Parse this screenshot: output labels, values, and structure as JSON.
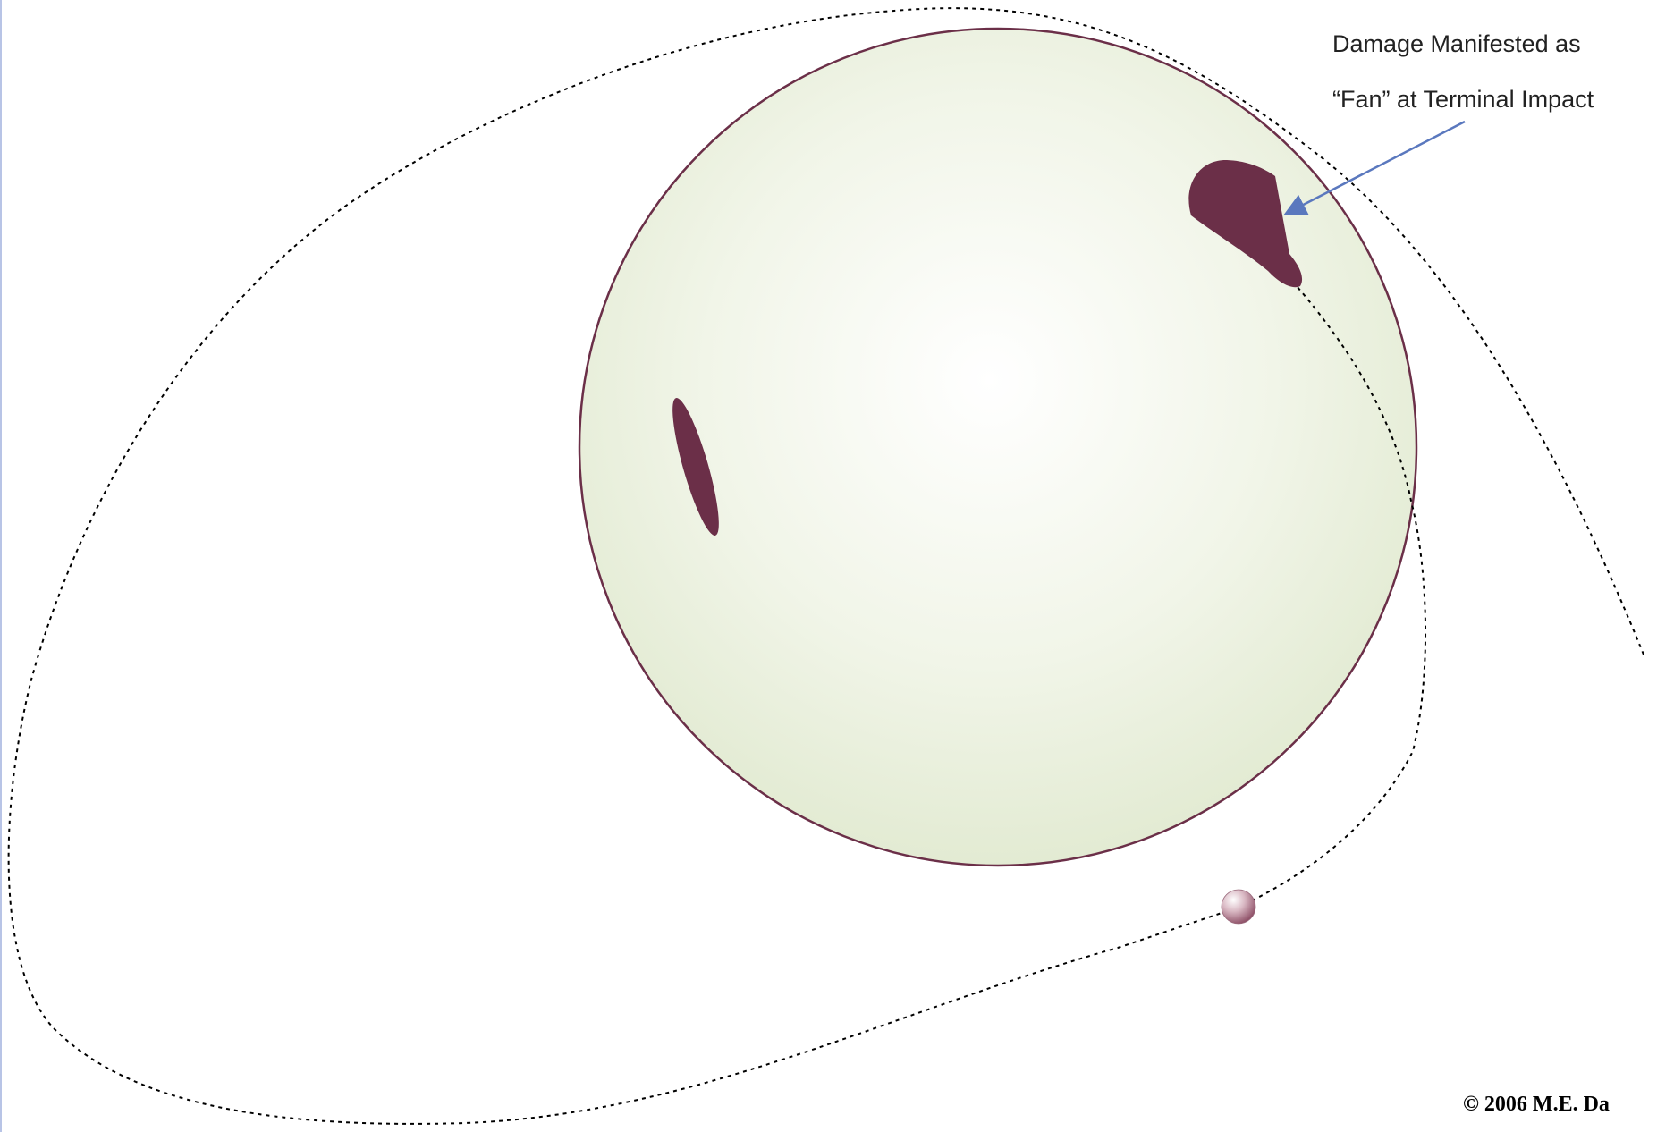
{
  "callout": {
    "line1": "Damage Manifested as",
    "line2": "“Fan” at Terminal Impact"
  },
  "copyright": "© 2006 M.E. Da",
  "colors": {
    "planet_outline": "#6b2f48",
    "planet_fill_center": "#ffffff",
    "planet_fill_edge": "#e3ebd3",
    "damage": "#6b2f48",
    "arrow": "#5a78be",
    "trajectory": "#000000",
    "projectile": "#b07c8e"
  }
}
